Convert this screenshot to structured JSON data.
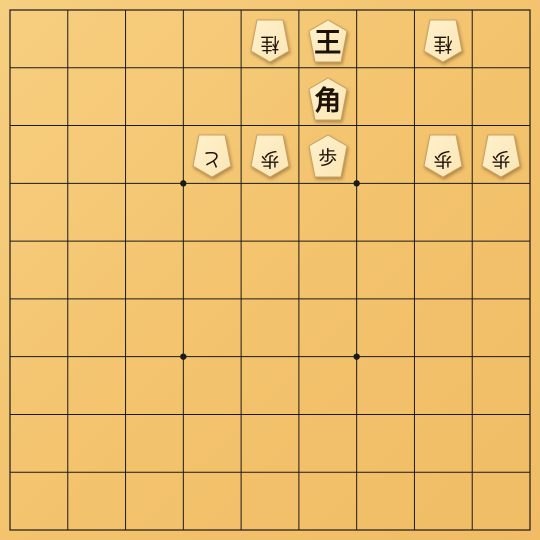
{
  "board": {
    "files": 9,
    "ranks": 9,
    "hoshi": [
      [
        3,
        3
      ],
      [
        6,
        3
      ],
      [
        3,
        6
      ],
      [
        6,
        6
      ]
    ]
  },
  "colors": {
    "board": "#f5c774",
    "line": "#1a1a1a",
    "piece_face": "#fbe6b4",
    "piece_edge": "#c9a063",
    "ink": "#1d1208"
  },
  "pieces": [
    {
      "col": 4,
      "row": 0,
      "label": "桂",
      "owner": "gote",
      "size": "small",
      "name": "piece-gote-knight-left"
    },
    {
      "col": 5,
      "row": 0,
      "label": "王",
      "owner": "sente",
      "size": "big",
      "name": "piece-king"
    },
    {
      "col": 7,
      "row": 0,
      "label": "桂",
      "owner": "gote",
      "size": "small",
      "name": "piece-gote-knight-right"
    },
    {
      "col": 5,
      "row": 1,
      "label": "角",
      "owner": "sente",
      "size": "big",
      "name": "piece-bishop"
    },
    {
      "col": 3,
      "row": 2,
      "label": "と",
      "owner": "gote",
      "size": "small",
      "name": "piece-gote-tokin"
    },
    {
      "col": 4,
      "row": 2,
      "label": "歩",
      "owner": "gote",
      "size": "small",
      "name": "piece-gote-pawn-1"
    },
    {
      "col": 5,
      "row": 2,
      "label": "歩",
      "owner": "sente",
      "size": "small",
      "name": "piece-sente-pawn"
    },
    {
      "col": 7,
      "row": 2,
      "label": "歩",
      "owner": "gote",
      "size": "small",
      "name": "piece-gote-pawn-2"
    },
    {
      "col": 8,
      "row": 2,
      "label": "歩",
      "owner": "gote",
      "size": "small",
      "name": "piece-gote-pawn-3"
    }
  ]
}
